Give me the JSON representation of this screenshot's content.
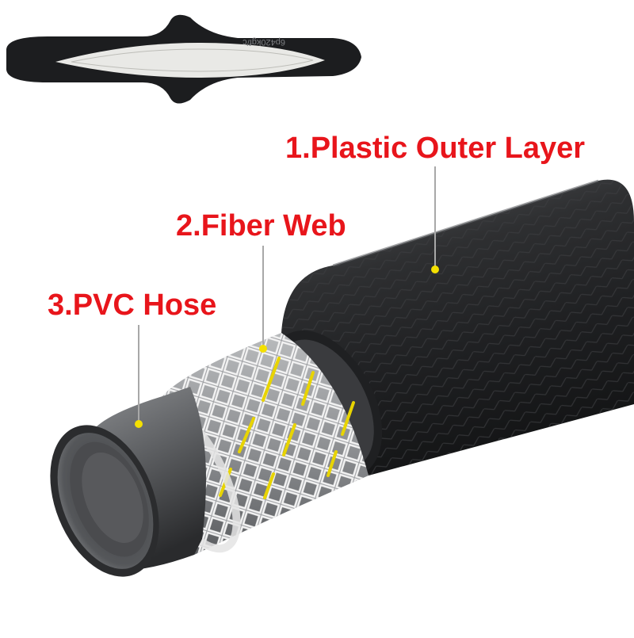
{
  "callouts": [
    {
      "label": "1.Plastic Outer Layer",
      "layer": "outer"
    },
    {
      "label": "2.Fiber Web",
      "layer": "fiber"
    },
    {
      "label": "3.PVC Hose",
      "layer": "inner"
    }
  ],
  "hose_print": "6p420kgf/c",
  "colors": {
    "label_text": "#e8151b",
    "marker_dot": "#f4e000",
    "outer_layer": "#2d2e30",
    "fiber_mesh": "#d9d9d9",
    "yellow_thread": "#e8d400",
    "inner_hose": "#5e6063"
  }
}
